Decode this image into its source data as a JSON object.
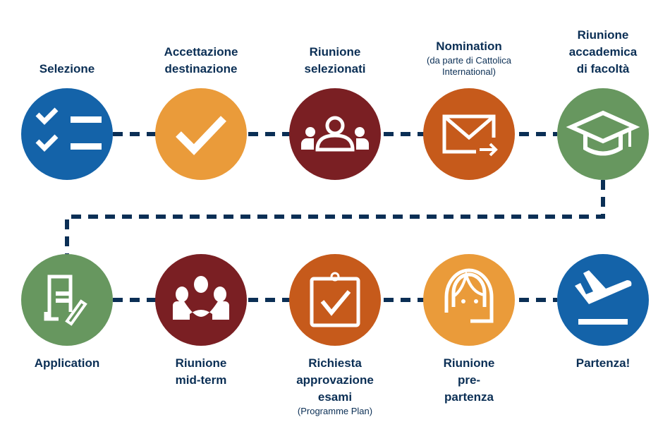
{
  "colors": {
    "blue": "#1463a9",
    "orange": "#ea9b3a",
    "maroon": "#7a1f23",
    "rust": "#c65a1b",
    "green": "#67975f",
    "navy": "#0b2f55"
  },
  "steps": [
    {
      "title": "Selezione",
      "icon": "checklist-icon",
      "color": "#1463a9"
    },
    {
      "title": "Accettazione destinazione",
      "icon": "checkmark-icon",
      "color": "#ea9b3a"
    },
    {
      "title": "Riunione selezionati",
      "icon": "group-icon",
      "color": "#7a1f23"
    },
    {
      "title": "Nomination",
      "subtitle": "(da parte di Cattolica International)",
      "icon": "mail-send-icon",
      "color": "#c65a1b"
    },
    {
      "title": "Riunione accademica di facoltà",
      "icon": "graduation-cap-icon",
      "color": "#67975f"
    },
    {
      "title": "Application",
      "icon": "form-pen-icon",
      "color": "#67975f"
    },
    {
      "title": "Riunione mid-term",
      "icon": "meeting-icon",
      "color": "#7a1f23"
    },
    {
      "title": "Richiesta approvazione esami",
      "subtitle": "(Programme Plan)",
      "icon": "clipboard-check-icon",
      "color": "#c65a1b"
    },
    {
      "title": "Riunione pre-partenza",
      "icon": "headset-agent-icon",
      "color": "#ea9b3a"
    },
    {
      "title": "Partenza!",
      "icon": "plane-departure-icon",
      "color": "#1463a9"
    }
  ]
}
